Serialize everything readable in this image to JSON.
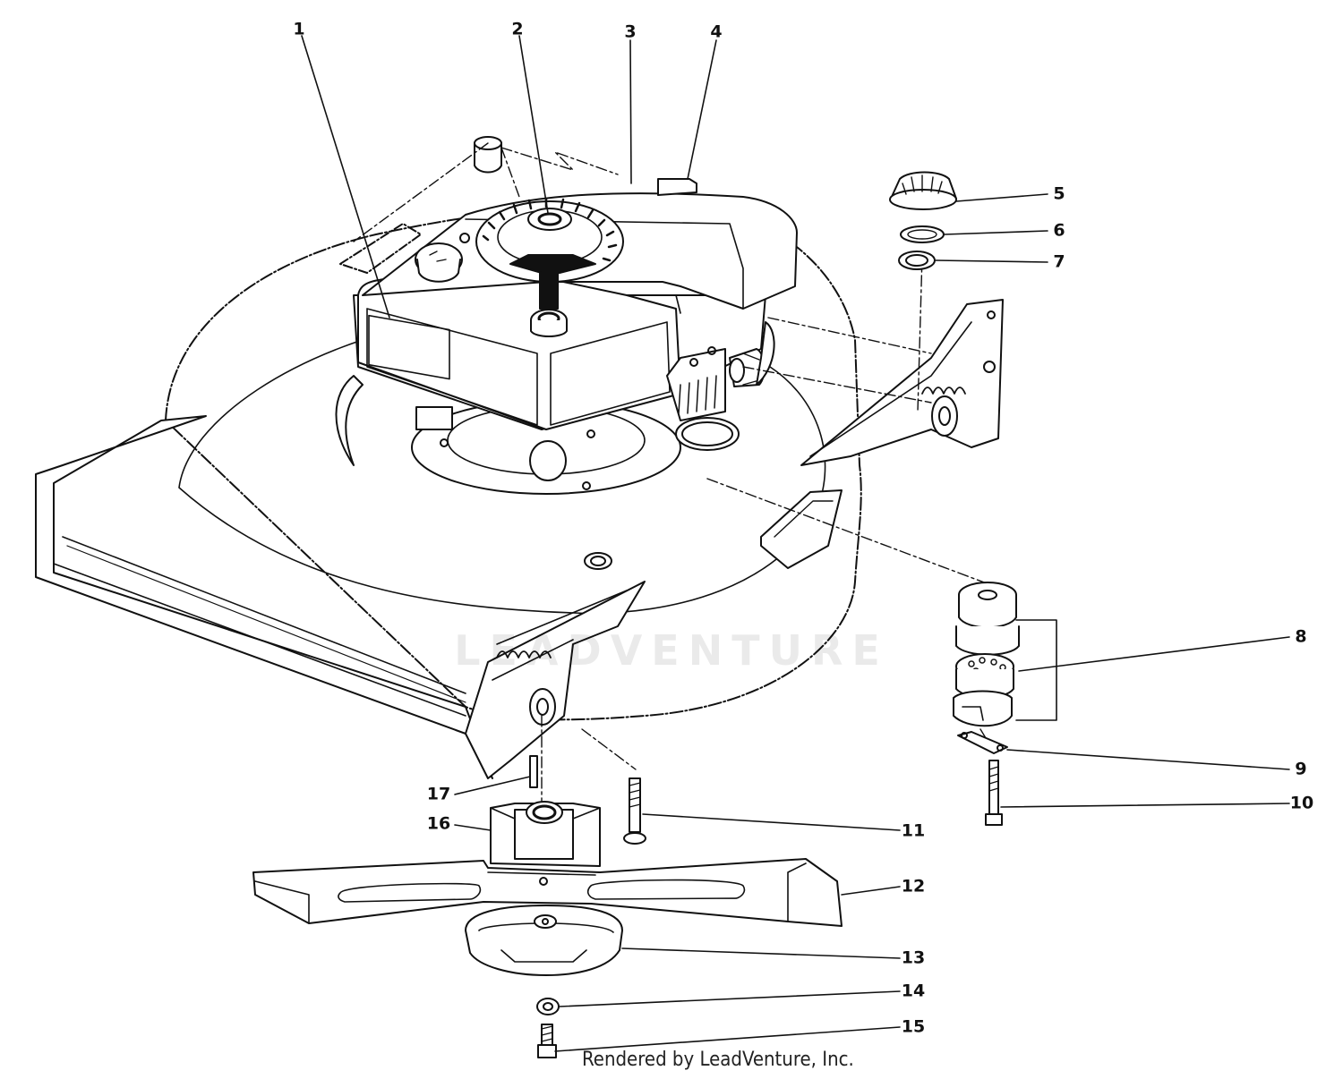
{
  "diagram": {
    "callouts": [
      {
        "id": "1",
        "label": "1"
      },
      {
        "id": "2",
        "label": "2"
      },
      {
        "id": "3",
        "label": "3"
      },
      {
        "id": "4",
        "label": "4"
      },
      {
        "id": "5",
        "label": "5"
      },
      {
        "id": "6",
        "label": "6"
      },
      {
        "id": "7",
        "label": "7"
      },
      {
        "id": "8",
        "label": "8"
      },
      {
        "id": "9",
        "label": "9"
      },
      {
        "id": "10",
        "label": "10"
      },
      {
        "id": "11",
        "label": "11"
      },
      {
        "id": "12",
        "label": "12"
      },
      {
        "id": "13",
        "label": "13"
      },
      {
        "id": "14",
        "label": "14"
      },
      {
        "id": "15",
        "label": "15"
      },
      {
        "id": "16",
        "label": "16"
      },
      {
        "id": "17",
        "label": "17"
      }
    ],
    "watermark": "LEADVENTURE",
    "credit": "Rendered by LeadVenture, Inc."
  },
  "colors": {
    "line": "#111111",
    "fill": "#ffffff",
    "watermark": "#d9d9d9"
  }
}
